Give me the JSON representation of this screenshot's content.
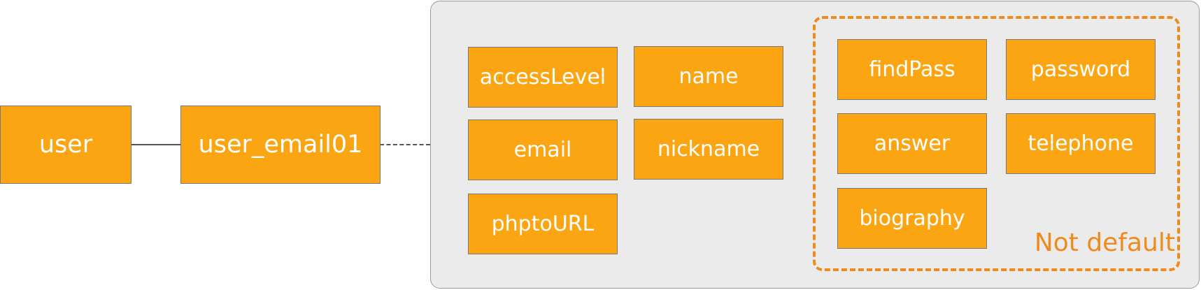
{
  "root": {
    "label": "user"
  },
  "index": {
    "label": "user_email01"
  },
  "fields": [
    "accessLevel",
    "name",
    "email",
    "nickname",
    "phptoURL"
  ],
  "not_default": {
    "label": "Not default",
    "fields": [
      "findPass",
      "password",
      "answer",
      "telephone",
      "biography"
    ]
  },
  "colors": {
    "box_fill": "#fca512",
    "accent": "#f18a1c",
    "panel": "#ebebeb"
  }
}
